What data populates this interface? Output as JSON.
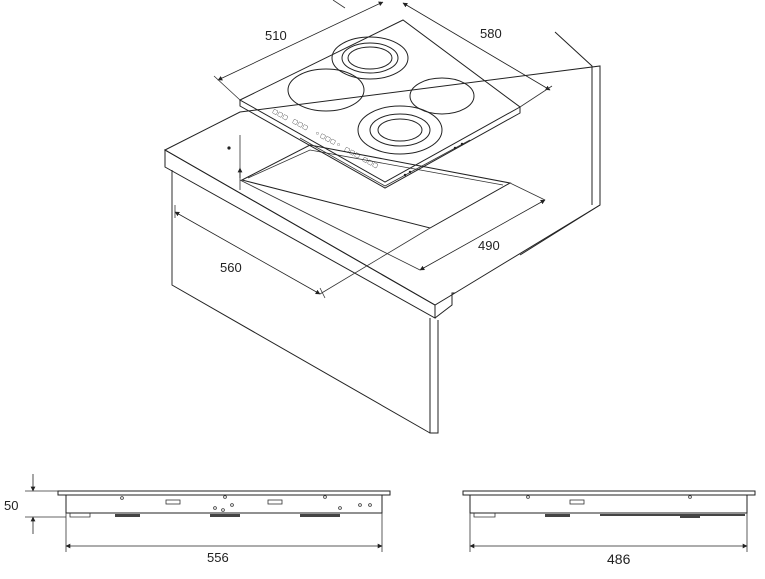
{
  "dimensions": {
    "hob_width": "510",
    "hob_depth": "580",
    "cutout_width": "560",
    "cutout_depth": "490",
    "hob_height": "50",
    "front_width": "556",
    "side_width": "486"
  }
}
